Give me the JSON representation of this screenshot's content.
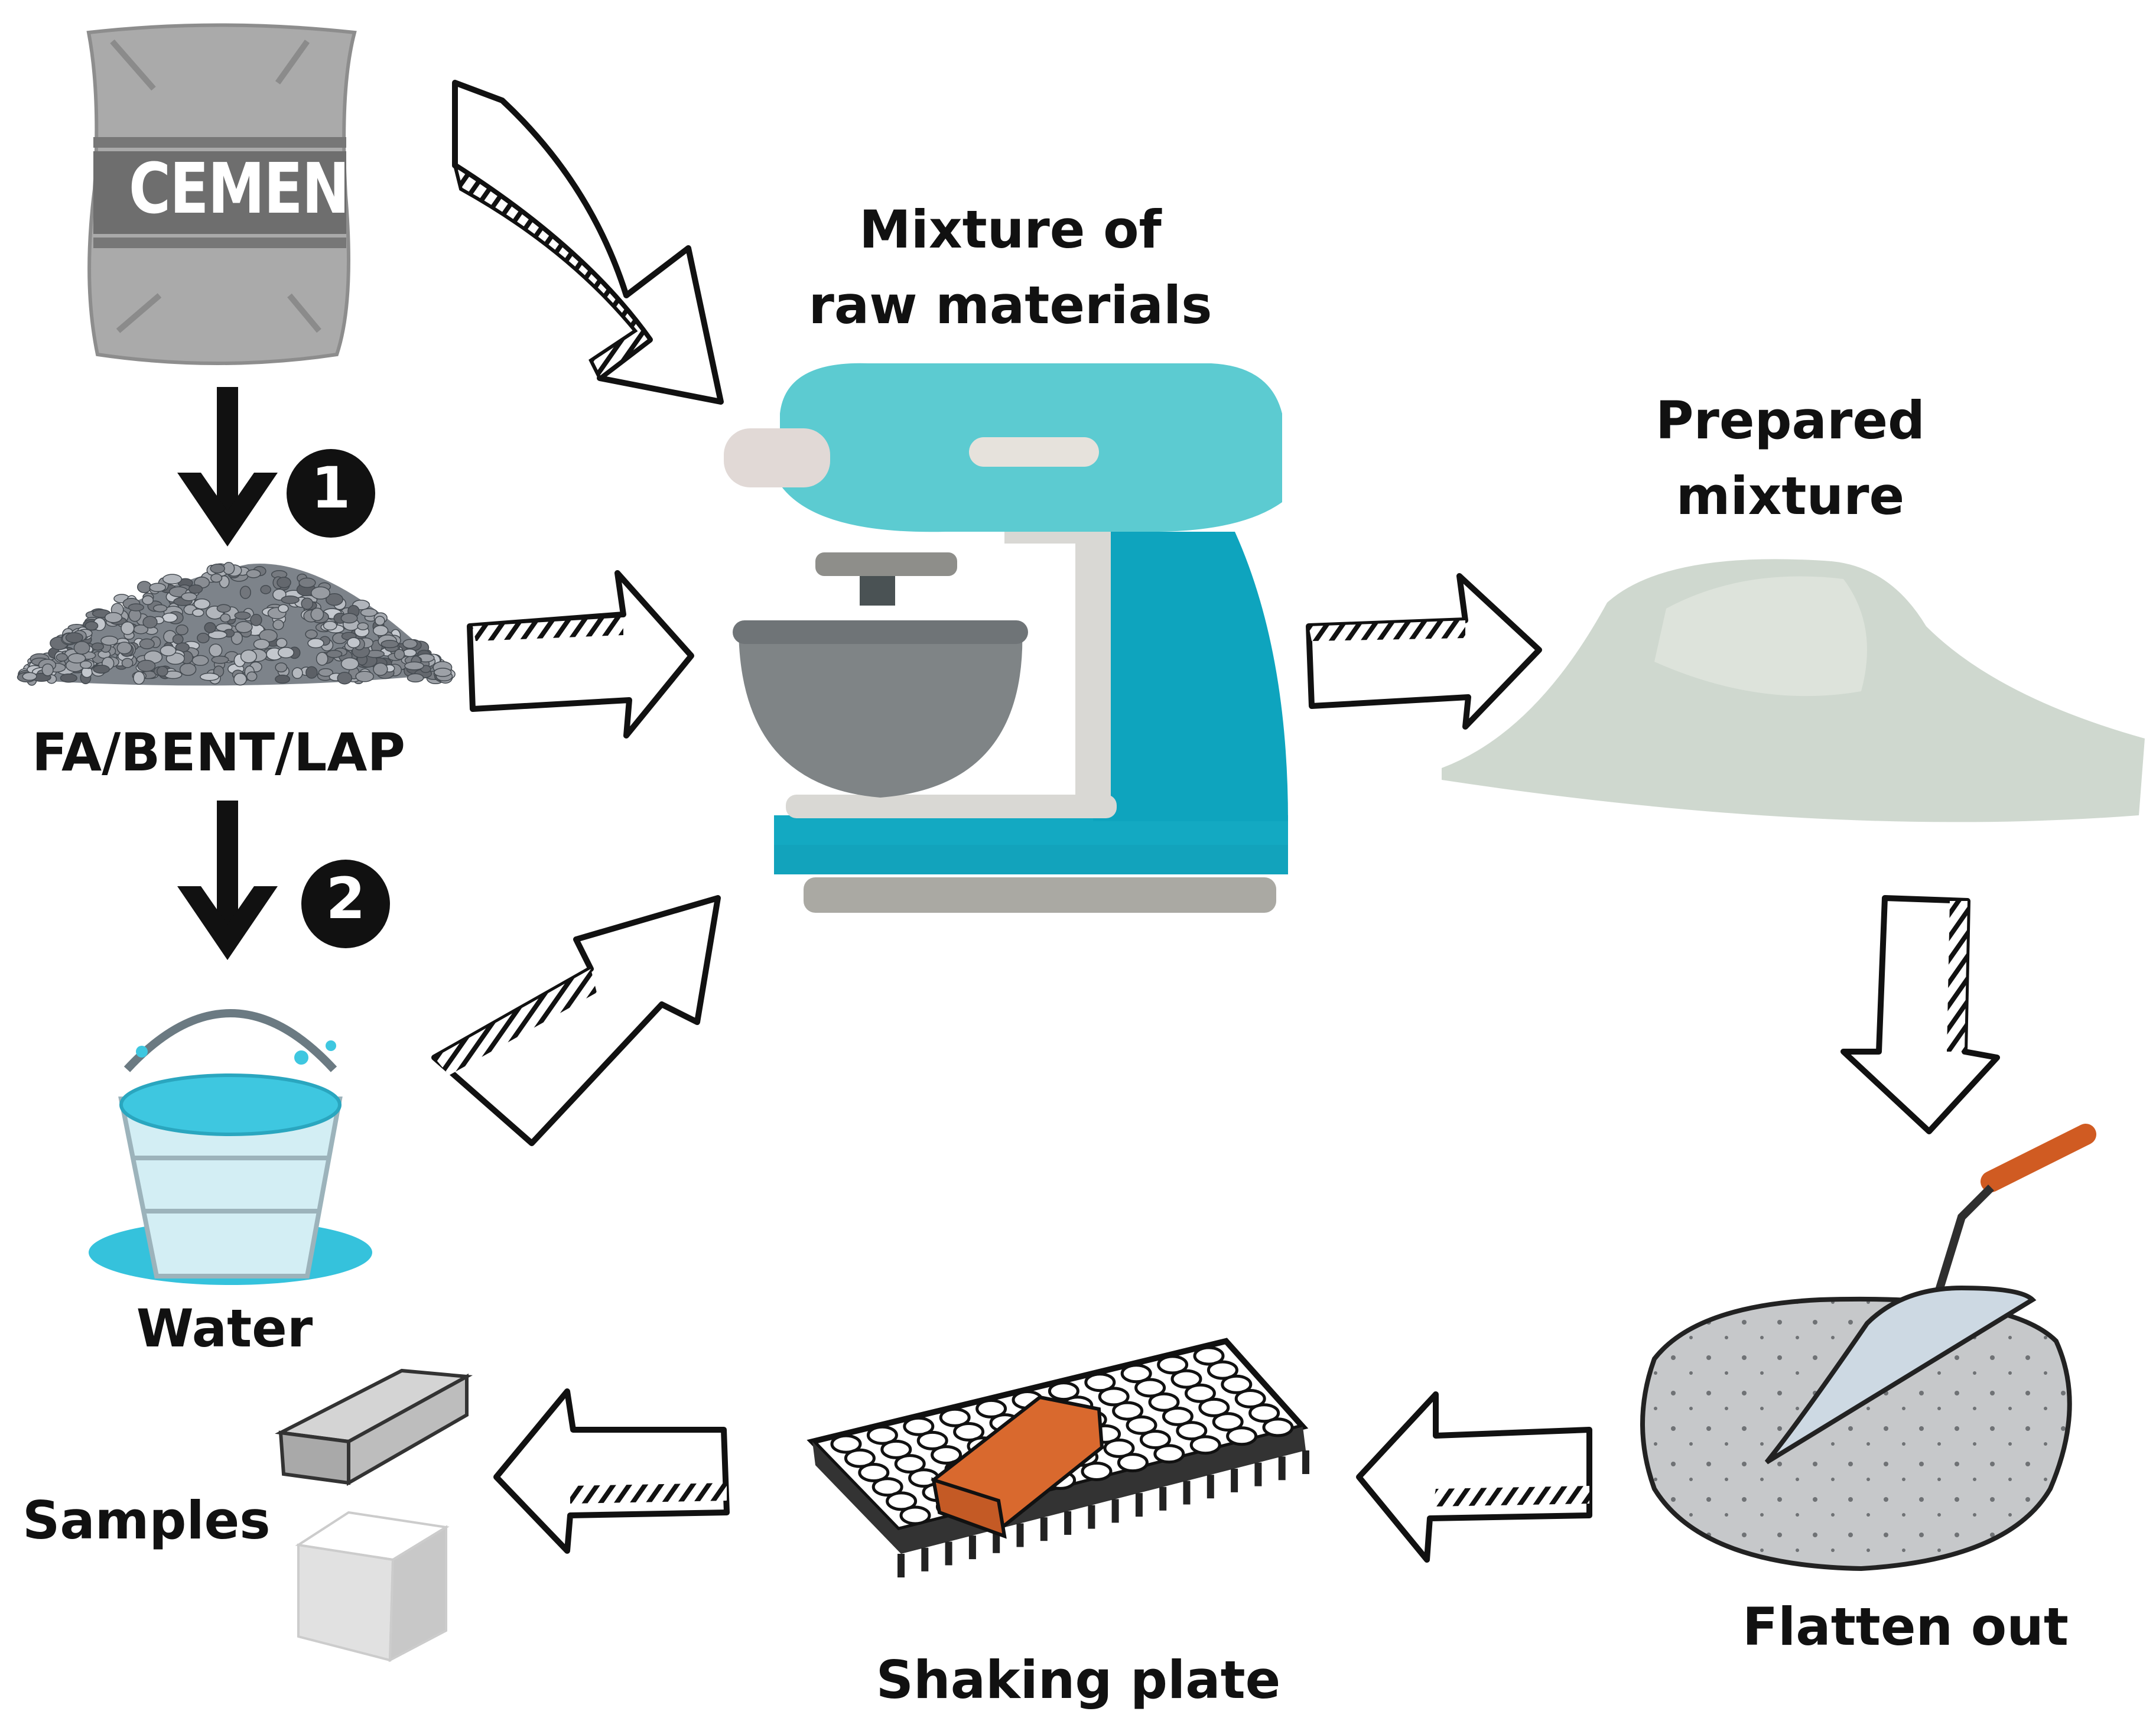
{
  "labels": {
    "cement_bag": "CEMENT",
    "mixture_line1": "Mixture of",
    "mixture_line2": "raw materials",
    "prepared_line1": "Prepared",
    "prepared_line2": "mixture",
    "aggregate": "FA/BENT/LAP",
    "water": "Water",
    "samples": "Samples",
    "shaking_plate": "Shaking plate",
    "flatten_out": "Flatten out"
  },
  "steps": {
    "step1": "1",
    "step2": "2"
  },
  "colors": {
    "mixer_light": "#5ccbd1",
    "mixer_dark": "#12a3bc",
    "bowl": "#7f8486",
    "cement_bag": "#a9a9a9",
    "powder": "#cfd8cf",
    "water": "#3ec7e0",
    "brick": "#d9692e",
    "concrete": "#c4c6c8"
  },
  "icons": [
    "cement-bag-icon",
    "gravel-pile-icon",
    "water-bucket-icon",
    "stand-mixer-icon",
    "powder-pile-icon",
    "trowel-icon",
    "concrete-pad-icon",
    "shaking-plate-icon",
    "sample-block-icon",
    "sample-cube-icon"
  ]
}
